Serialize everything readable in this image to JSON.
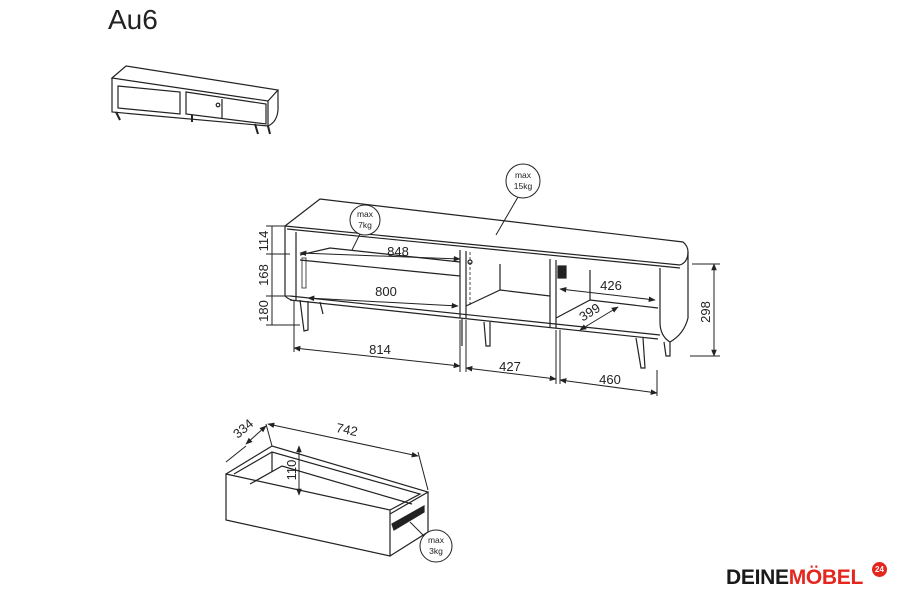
{
  "title": "Au6",
  "dimensions": {
    "h_top": "114",
    "h_mid": "168",
    "h_low": "180",
    "w_848": "848",
    "w_800": "800",
    "w_426": "426",
    "d_399": "399",
    "h_298": "298",
    "w_814": "814",
    "w_427": "427",
    "w_460": "460",
    "drawer_d": "334",
    "drawer_w": "742",
    "drawer_h": "110"
  },
  "loads": {
    "top": {
      "line1": "max",
      "line2": "15kg"
    },
    "shelf": {
      "line1": "max",
      "line2": "7kg"
    },
    "drawer": {
      "line1": "max",
      "line2": "3kg"
    }
  },
  "logo": {
    "part1": "DEINE",
    "part2": "MÖBEL",
    "badge": "24"
  }
}
